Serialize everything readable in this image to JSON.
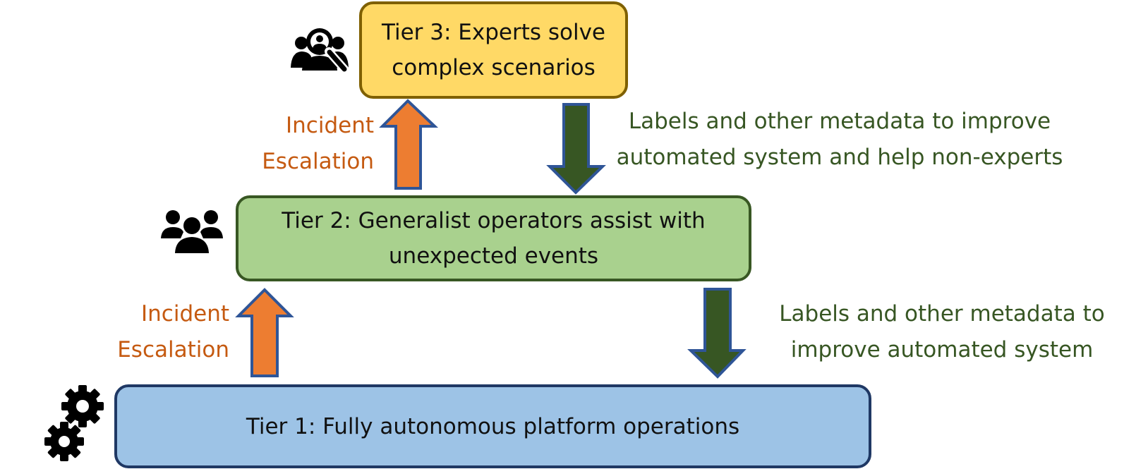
{
  "tiers": {
    "tier3": "Tier 3: Experts solve\ncomplex scenarios",
    "tier2": "Tier 2: Generalist operators assist with\nunexpected events",
    "tier1": "Tier 1: Fully autonomous platform operations"
  },
  "labels": {
    "escalation_top": "Incident\nEscalation",
    "escalation_bottom": "Incident\nEscalation",
    "metadata_top": "Labels and other metadata to improve\nautomated system and help non-experts",
    "metadata_bottom": "Labels and other metadata to\nimprove automated system"
  },
  "icons": {
    "tier3": "expert-search-icon",
    "tier2": "people-group-icon",
    "tier1": "gears-icon"
  },
  "colors": {
    "tier3_fill": "#FFD966",
    "tier3_border": "#7F6000",
    "tier2_fill": "#A9D18E",
    "tier2_border": "#385723",
    "tier1_fill": "#9DC3E6",
    "tier1_border": "#1F3864",
    "escalation_arrow_fill": "#ED7D31",
    "escalation_arrow_border": "#2F5597",
    "escalation_text": "#C55A11",
    "metadata_arrow_fill": "#375623",
    "metadata_arrow_border": "#2F5597",
    "metadata_text": "#375623"
  }
}
